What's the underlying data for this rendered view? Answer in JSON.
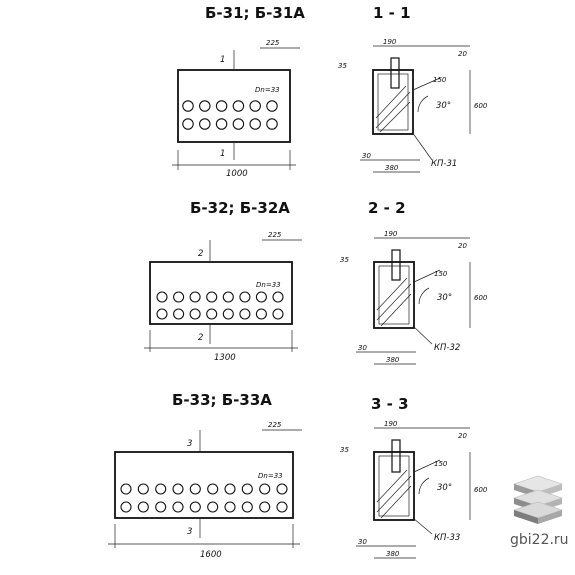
{
  "sheets": [
    {
      "title": "Б-31; Б-31А",
      "section_title": "1 - 1",
      "section_marker": "1",
      "length_dim": "1000",
      "right_offset": "225",
      "hole_label": "Dn=33",
      "holes_per_row": 6,
      "section_dims": {
        "width": "190",
        "top": "20",
        "bottom": "30",
        "base": "380",
        "left_side": "35",
        "height": "600",
        "diag": "150",
        "angle": "30°"
      },
      "part_label": "КП-31"
    },
    {
      "title": "Б-32; Б-32А",
      "section_title": "2 - 2",
      "section_marker": "2",
      "length_dim": "1300",
      "right_offset": "225",
      "hole_label": "Dn=33",
      "holes_per_row": 8,
      "section_dims": {
        "width": "190",
        "top": "20",
        "bottom": "30",
        "base": "380",
        "left_side": "35",
        "height": "600",
        "diag": "150",
        "angle": "30°"
      },
      "part_label": "КП-32"
    },
    {
      "title": "Б-33; Б-33А",
      "section_title": "3 - 3",
      "section_marker": "3",
      "length_dim": "1600",
      "right_offset": "225",
      "hole_label": "Dn=33",
      "holes_per_row": 10,
      "section_dims": {
        "width": "190",
        "top": "20",
        "bottom": "30",
        "base": "380",
        "left_side": "35",
        "height": "600",
        "diag": "150",
        "angle": "30°"
      },
      "part_label": "КП-33"
    }
  ],
  "watermark": {
    "text": "gbi22.ru",
    "icon": "stacked-slabs-icon"
  }
}
